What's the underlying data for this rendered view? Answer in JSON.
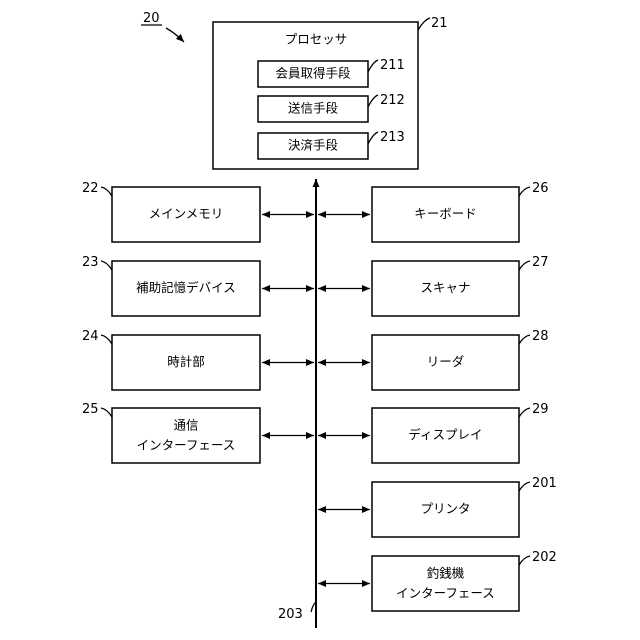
{
  "figure_number": "20",
  "processor": {
    "ref": "21",
    "title": "プロセッサ",
    "units": [
      {
        "ref": "211",
        "label": "会員取得手段"
      },
      {
        "ref": "212",
        "label": "送信手段"
      },
      {
        "ref": "213",
        "label": "決済手段"
      }
    ]
  },
  "left_blocks": [
    {
      "ref": "22",
      "lines": [
        "メインメモリ"
      ]
    },
    {
      "ref": "23",
      "lines": [
        "補助記憶デバイス"
      ]
    },
    {
      "ref": "24",
      "lines": [
        "時計部"
      ]
    },
    {
      "ref": "25",
      "lines": [
        "通信",
        "インターフェース"
      ]
    }
  ],
  "right_blocks": [
    {
      "ref": "26",
      "lines": [
        "キーボード"
      ]
    },
    {
      "ref": "27",
      "lines": [
        "スキャナ"
      ]
    },
    {
      "ref": "28",
      "lines": [
        "リーダ"
      ]
    },
    {
      "ref": "29",
      "lines": [
        "ディスプレイ"
      ]
    },
    {
      "ref": "201",
      "lines": [
        "プリンタ"
      ]
    },
    {
      "ref": "202",
      "lines": [
        "釣銭機",
        "インターフェース"
      ]
    }
  ],
  "bus": {
    "ref": "203"
  }
}
